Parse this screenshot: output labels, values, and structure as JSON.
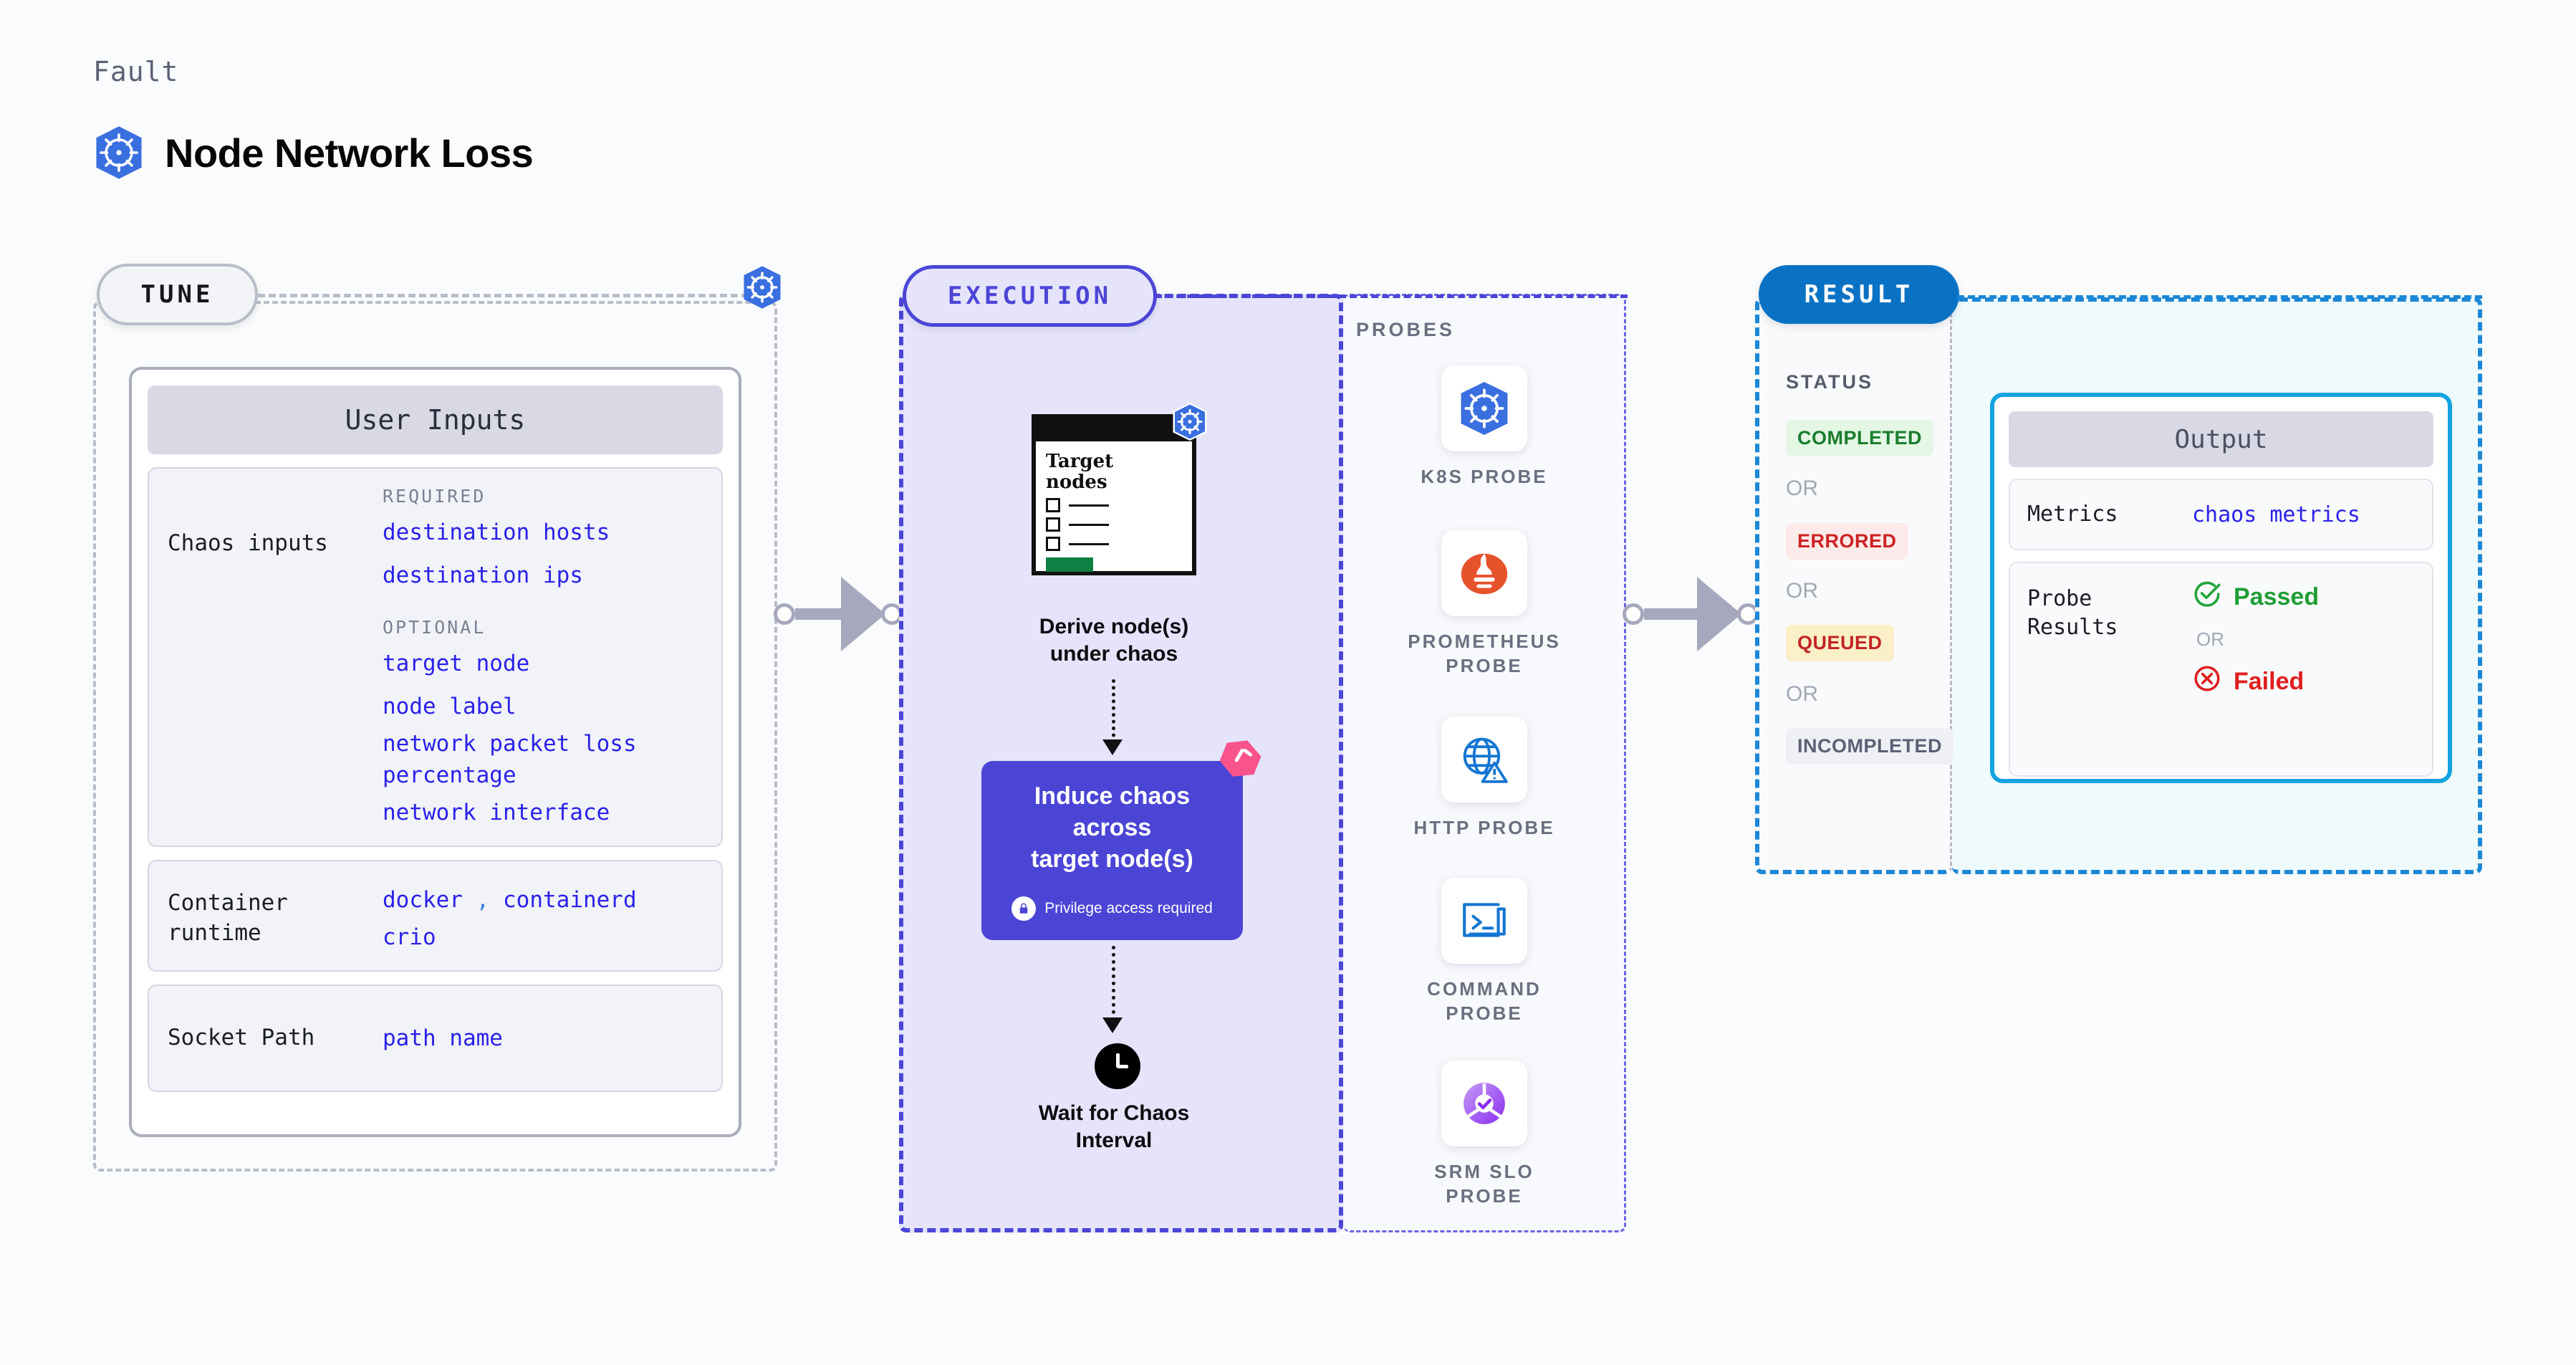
{
  "header": {
    "eyebrow": "Fault",
    "title": "Node Network Loss",
    "icon": "kubernetes-icon"
  },
  "stages": {
    "tune": "TUNE",
    "execution": "EXECUTION",
    "result": "RESULT"
  },
  "tune": {
    "card_title": "User Inputs",
    "rows": [
      {
        "label": "Chaos inputs",
        "required_label": "REQUIRED",
        "required": [
          "destination hosts",
          "destination ips"
        ],
        "optional_label": "OPTIONAL",
        "optional": [
          "target node",
          "node label",
          "network packet loss percentage",
          "network interface"
        ]
      },
      {
        "label": "Container runtime",
        "values": [
          "docker",
          "containerd",
          "crio"
        ],
        "separator": ","
      },
      {
        "label": "Socket Path",
        "values": [
          "path name"
        ]
      }
    ]
  },
  "execution": {
    "target_card": {
      "title_line1": "Target",
      "title_line2": "nodes",
      "badge_icon": "kubernetes-icon"
    },
    "step1_caption_line1": "Derive node(s)",
    "step1_caption_line2": "under chaos",
    "chaos_box": {
      "title_line1": "Induce chaos across",
      "title_line2": "target node(s)",
      "privilege_note": "Privilege access required",
      "privilege_icon": "lock-icon",
      "corner_icon": "chaos-mark-icon"
    },
    "step3_caption_line1": "Wait for Chaos",
    "step3_caption_line2": "Interval",
    "clock_icon": "clock-icon"
  },
  "probes": {
    "title": "PROBES",
    "items": [
      {
        "label_line1": "K8S  PROBE",
        "label_line2": "",
        "icon": "kubernetes-icon"
      },
      {
        "label_line1": "PROMETHEUS",
        "label_line2": "PROBE",
        "icon": "prometheus-icon"
      },
      {
        "label_line1": "HTTP PROBE",
        "label_line2": "",
        "icon": "http-globe-icon"
      },
      {
        "label_line1": "COMMAND",
        "label_line2": "PROBE",
        "icon": "terminal-icon"
      },
      {
        "label_line1": "SRM SLO",
        "label_line2": "PROBE",
        "icon": "srm-slo-icon"
      }
    ]
  },
  "result": {
    "status_title": "STATUS",
    "or": "OR",
    "statuses": [
      {
        "label": "COMPLETED",
        "color": "#1a7d2e",
        "bg": "#e3f7e4"
      },
      {
        "label": "ERRORED",
        "color": "#cc2222",
        "bg": "#fdeaea"
      },
      {
        "label": "QUEUED",
        "color": "#c22424",
        "bg": "#fbefc8"
      },
      {
        "label": "INCOMPLETED",
        "color": "#5b6175",
        "bg": "#eef0f5"
      }
    ],
    "output": {
      "title": "Output",
      "metrics_label": "Metrics",
      "metrics_value": "chaos metrics",
      "probe_results_label_line1": "Probe",
      "probe_results_label_line2": "Results",
      "passed": "Passed",
      "failed": "Failed",
      "or": "OR",
      "passed_icon": "check-circle-icon",
      "failed_icon": "x-circle-icon"
    }
  },
  "colors": {
    "kubernetes_blue": "#3a6fe0",
    "execution_purple": "#4b45d6",
    "result_blue": "#1c87d6",
    "output_cyan": "#12a3e0",
    "code_blue": "#2a22e8",
    "pink_mark": "#f9538c"
  }
}
